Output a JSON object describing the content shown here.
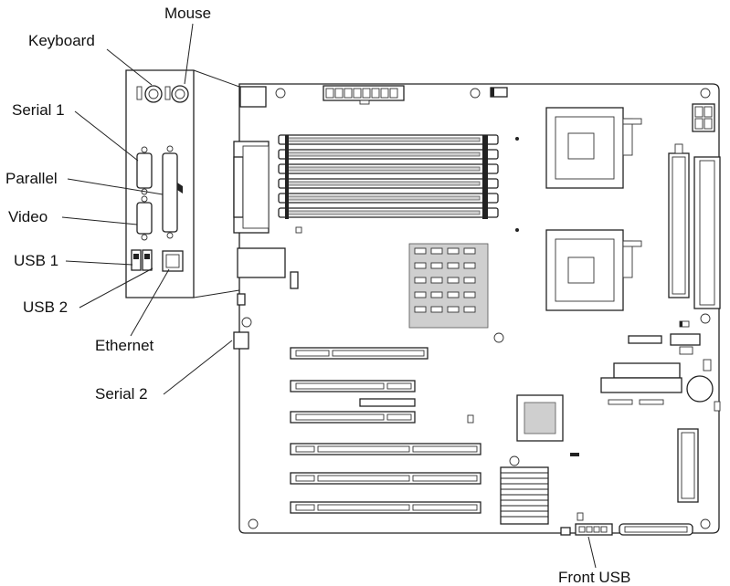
{
  "labels": {
    "mouse": "Mouse",
    "keyboard": "Keyboard",
    "serial1": "Serial 1",
    "parallel": "Parallel",
    "video": "Video",
    "usb1": "USB 1",
    "usb2": "USB 2",
    "ethernet": "Ethernet",
    "serial2": "Serial 2",
    "front_usb": "Front USB"
  },
  "colors": {
    "line": "#222222",
    "background": "#ffffff"
  }
}
